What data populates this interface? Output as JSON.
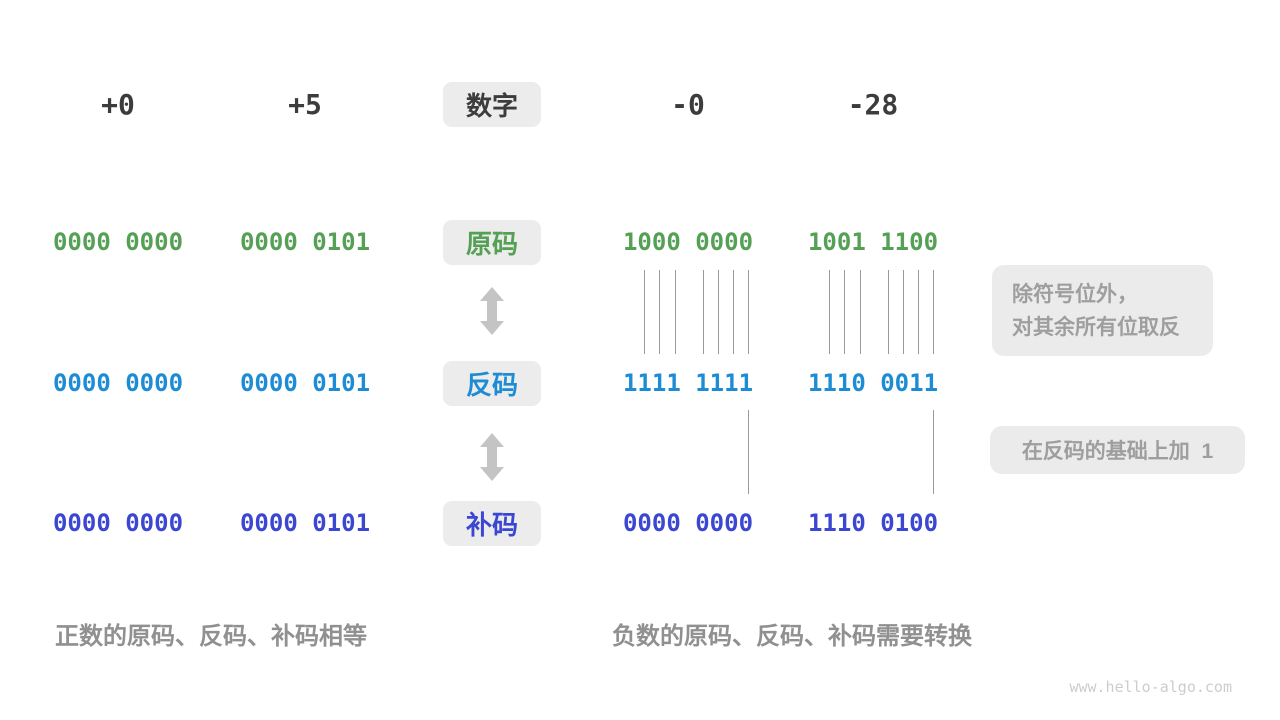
{
  "header": {
    "col1": "+0",
    "col2": "+5",
    "label": "数字",
    "col3": "-0",
    "col4": "-28"
  },
  "rows": {
    "sign": {
      "label": "原码",
      "color": "#55a055",
      "c1": "0000 0000",
      "c2": "0000 0101",
      "c3": "1000 0000",
      "c4": "1001 1100"
    },
    "ones": {
      "label": "反码",
      "color": "#1d8cd4",
      "c1": "0000 0000",
      "c2": "0000 0101",
      "c3": "1111 1111",
      "c4": "1110 0011"
    },
    "twos": {
      "label": "补码",
      "color": "#3b46d1",
      "c1": "0000 0000",
      "c2": "0000 0101",
      "c3": "0000 0000",
      "c4": "1110 0100"
    }
  },
  "annotations": {
    "invert_line1": "除符号位外，",
    "invert_line2": "对其余所有位取反",
    "add_one": "在反码的基础上加  1"
  },
  "captions": {
    "positive": "正数的原码、反码、补码相等",
    "negative": "负数的原码、反码、补码需要转换"
  },
  "watermark": "www.hello-algo.com",
  "palette": {
    "sign_magnitude_green": "#55a055",
    "ones_complement_blue": "#1d8cd4",
    "twos_complement_indigo": "#3b46d1",
    "badge_background": "#ececec",
    "annotation_gray": "#9e9e9e",
    "caption_gray": "#909090",
    "tick_line_gray": "#999999",
    "arrow_gray": "#c4c4c4",
    "heading_dark": "#3c3c3c"
  }
}
